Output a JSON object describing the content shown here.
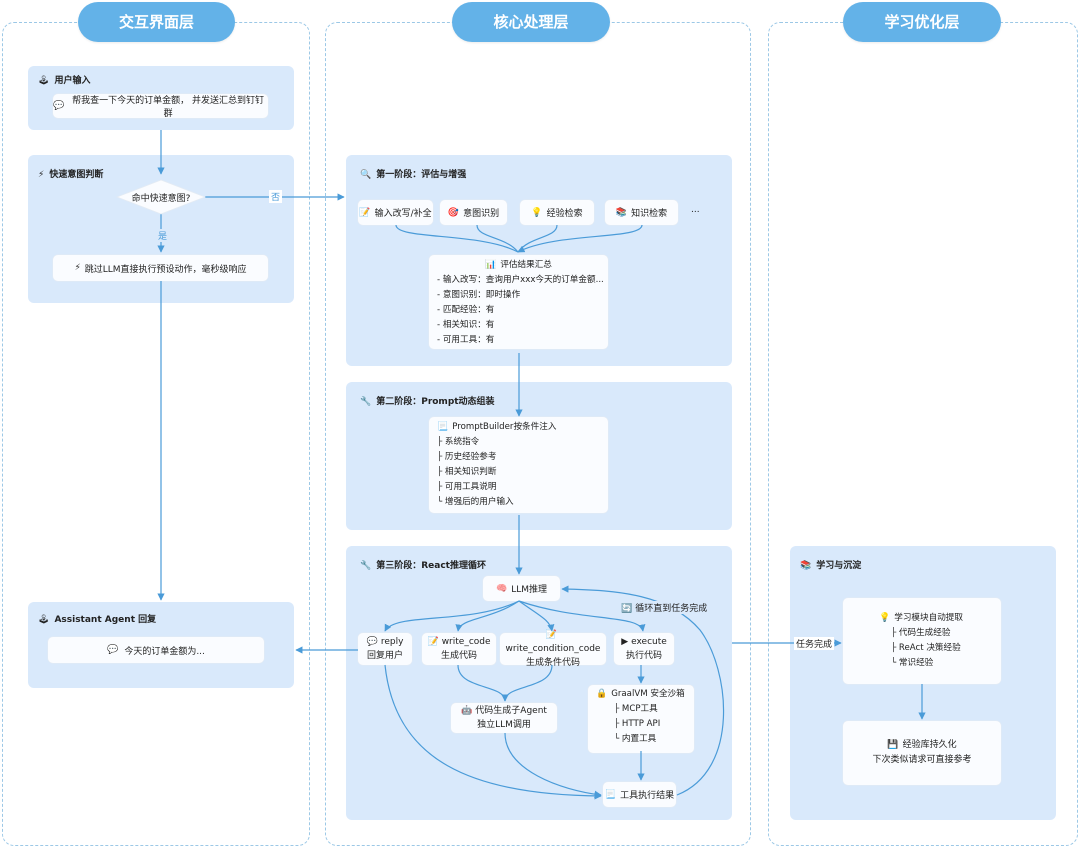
{
  "columns": {
    "interaction": "交互界面层",
    "core": "核心处理层",
    "learning": "学习优化层"
  },
  "user_input": {
    "icon": "🕹",
    "title": "用户输入",
    "message_icon": "💬",
    "message": "帮我查一下今天的订单金额，  并发送汇总到钉钉群"
  },
  "fast_intent": {
    "icon": "⚡",
    "title": "快速意图判断",
    "decision": "命中快速意图?",
    "yes": "是",
    "no": "否",
    "skip_icon": "⚡",
    "skip": "跳过LLM直接执行预设动作，毫秒级响应"
  },
  "assistant_reply": {
    "icon": "🕹",
    "title": "Assistant Agent 回复",
    "message_icon": "💬",
    "message": "今天的订单金额为..."
  },
  "stage1": {
    "icon": "🔍",
    "title": "第一阶段：评估与增强",
    "tasks": [
      {
        "icon": "📝",
        "label": "输入改写/补全"
      },
      {
        "icon": "🎯",
        "label": "意图识别"
      },
      {
        "icon": "💡",
        "label": "经验检索"
      },
      {
        "icon": "📚",
        "label": "知识检索"
      }
    ],
    "more": "...",
    "summary_icon": "📊",
    "summary_title": "评估结果汇总",
    "summary_lines": [
      "- 输入改写：查询用户xxx今天的订单金额...",
      "- 意图识别：即时操作",
      "- 匹配经验：有",
      "- 相关知识：有",
      "- 可用工具：有"
    ]
  },
  "stage2": {
    "icon": "🔧",
    "title": "第二阶段：Prompt动态组装",
    "builder_icon": "📃",
    "builder_title": "PromptBuilder按条件注入",
    "builder_lines": [
      "├ 系统指令",
      "├ 历史经验参考",
      "├ 相关知识判断",
      "├ 可用工具说明",
      "└ 增强后的用户输入"
    ]
  },
  "stage3": {
    "icon": "🔧",
    "title": "第三阶段：React推理循环",
    "llm_icon": "🧠",
    "llm": "LLM推理",
    "loop_icon": "🔄",
    "loop": "循环直到任务完成",
    "actions": [
      {
        "icon": "💬",
        "name": "reply",
        "desc": "回复用户"
      },
      {
        "icon": "📝",
        "name": "write_code",
        "desc": "生成代码"
      },
      {
        "icon": "📝",
        "name": "write_condition_code",
        "desc": "生成条件代码"
      },
      {
        "icon": "▶",
        "name": "execute",
        "desc": "执行代码"
      }
    ],
    "subagent_icon": "🤖",
    "subagent_title": "代码生成子Agent",
    "subagent_desc": "独立LLM调用",
    "sandbox_icon": "🔒",
    "sandbox_title": "GraalVM 安全沙箱",
    "sandbox_lines": [
      "├ MCP工具",
      "├ HTTP API",
      "└ 内置工具"
    ],
    "result_icon": "📃",
    "result": "工具执行结果"
  },
  "learning": {
    "icon": "📚",
    "title": "学习与沉淀",
    "task_done": "任务完成",
    "extract_icon": "💡",
    "extract_title": "学习模块自动提取",
    "extract_lines": [
      "├ 代码生成经验",
      "├ ReAct 决策经验",
      "└ 常识经验"
    ],
    "persist_icon": "💾",
    "persist_title": "经验库持久化",
    "persist_desc": "下次类似请求可直接参考"
  },
  "colors": {
    "header": "#63b2e8",
    "panel": "#d9e9fb",
    "arrow": "#4a9bd8",
    "dash": "#9cc8e6"
  }
}
